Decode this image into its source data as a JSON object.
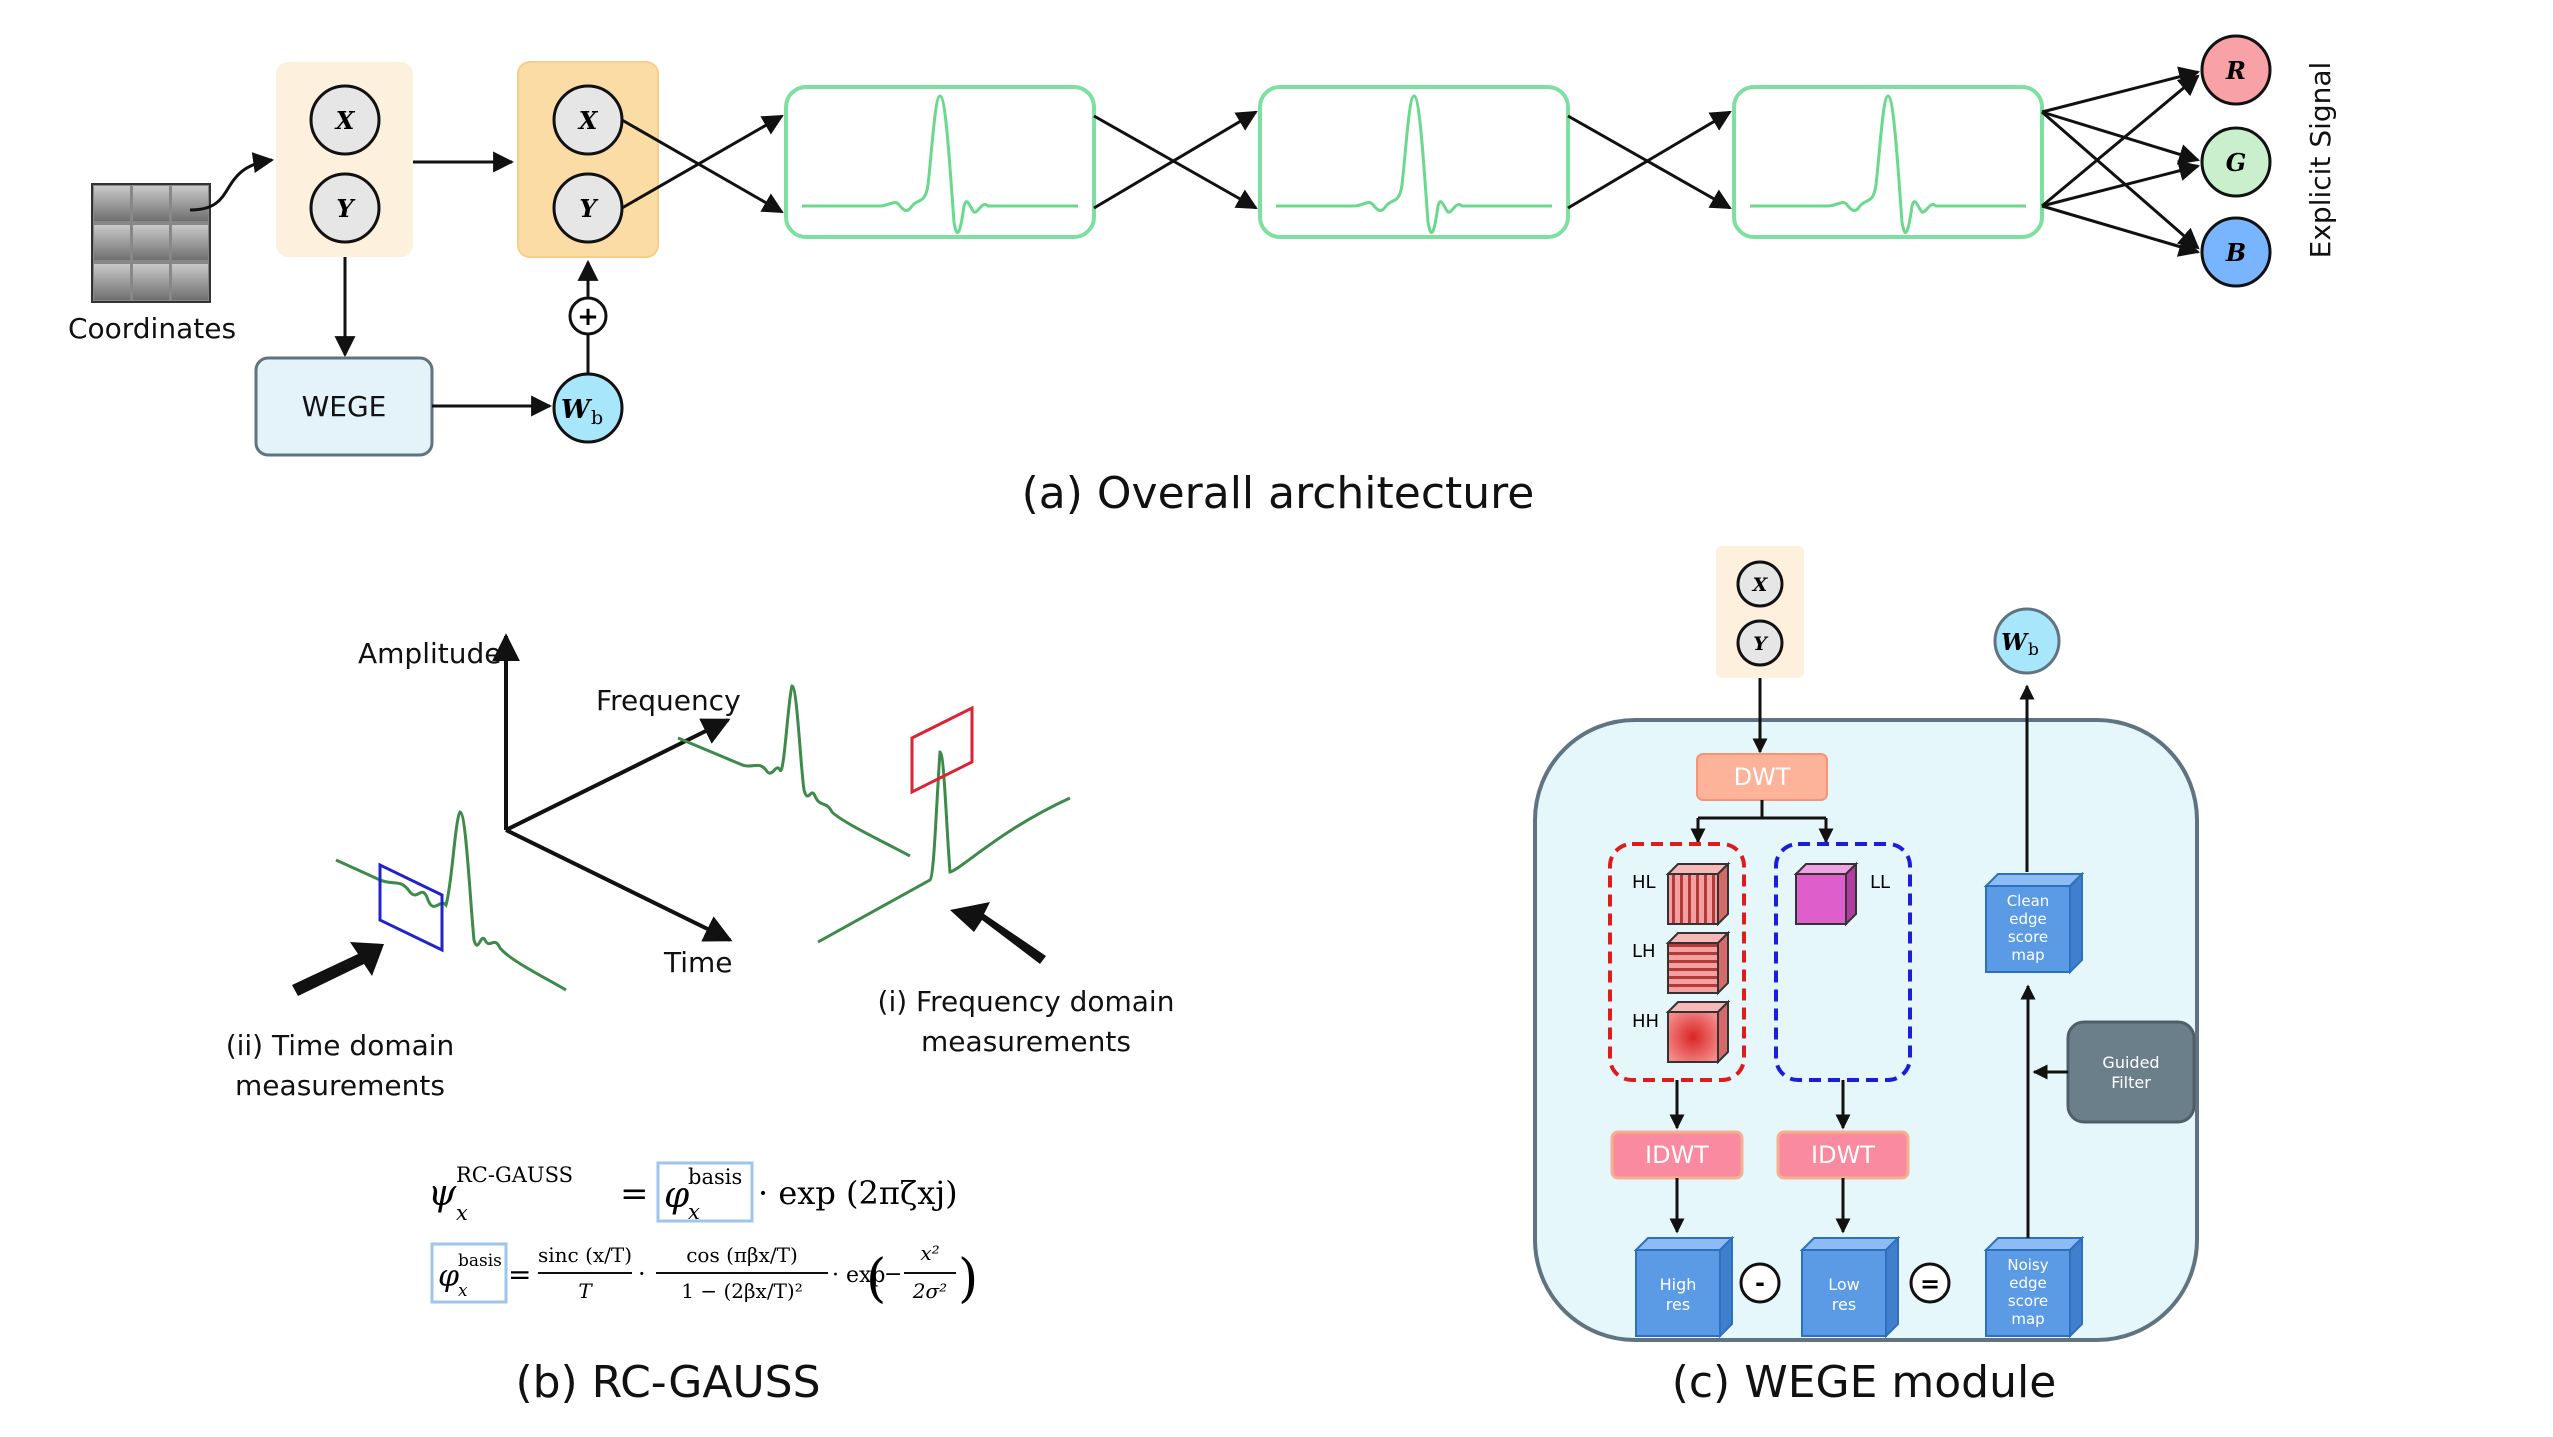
{
  "overall": {
    "coordinates_label": "Coordinates",
    "node_x": "X",
    "node_y": "Y",
    "wege_label": "WEGE",
    "wb_main": "W",
    "wb_sub": "b",
    "plus_symbol": "+",
    "outputs": [
      {
        "label": "R",
        "color": "#f8a2a8"
      },
      {
        "label": "G",
        "color": "#c9efcd"
      },
      {
        "label": "B",
        "color": "#79b4ff"
      }
    ],
    "explicit_signal_label": "Explicit Signal",
    "caption": "(a) Overall architecture"
  },
  "rcgauss": {
    "amplitude_label": "Amplitude",
    "frequency_label": "Frequency",
    "time_label": "Time",
    "time_domain_line1": "(ii) Time domain",
    "time_domain_line2": "measurements",
    "freq_domain_line1": "(i) Frequency domain",
    "freq_domain_line2": "measurements",
    "eq1_lhs": "ψ",
    "eq1_lhs_sup": "RC-GAUSS",
    "eq1_lhs_sub": "x",
    "eq1_box": "φ",
    "eq1_box_sup": "basis",
    "eq1_box_sub": "x",
    "eq1_rhs": "· exp (2πζxj)",
    "eq2_box": "φ",
    "eq2_box_sup": "basis",
    "eq2_box_sub": "x",
    "eq2_sinc_num": "sinc (x/T)",
    "eq2_sinc_den": "T",
    "eq2_cos_num": "cos (πβx/T)",
    "eq2_cos_den": "1 − (2βx/T)²",
    "eq2_exp": "· exp",
    "eq2_exp_num": "x²",
    "eq2_exp_den": "2σ²",
    "caption": "(b) RC-GAUSS"
  },
  "wege": {
    "dwt_label": "DWT",
    "hl_label": "HL",
    "lh_label": "LH",
    "hh_label": "HH",
    "ll_label": "LL",
    "idwt_label": "IDWT",
    "high_res_line1": "High",
    "high_res_line2": "res",
    "low_res_line1": "Low",
    "low_res_line2": "res",
    "minus_symbol": "-",
    "equals_symbol": "=",
    "noisy_lines": [
      "Noisy",
      "edge",
      "score",
      "map"
    ],
    "clean_lines": [
      "Clean",
      "edge",
      "score",
      "map"
    ],
    "guided_line1": "Guided",
    "guided_line2": "Filter",
    "caption": "(c) WEGE module"
  },
  "colors": {
    "input_panel": "#fdf0dc",
    "input_panel_active": "#fcdca5",
    "mlp_stroke": "#7ee0a0",
    "wave": "#6ad98d",
    "wege_box": "#e4f3f9",
    "wb_fill": "#a8e6fb",
    "wege_module_bg": "#e6f7fc",
    "dwt_fill": "#fdb29a",
    "idwt_fill": "#fa8aa0",
    "cube_blue": "#5b9be6",
    "guided_fill": "#6b7f8a",
    "time_box": "#2222cc",
    "freq_box": "#dd2233",
    "eq_box": "#9fc6ea",
    "green_curve": "#3d8a4a"
  }
}
